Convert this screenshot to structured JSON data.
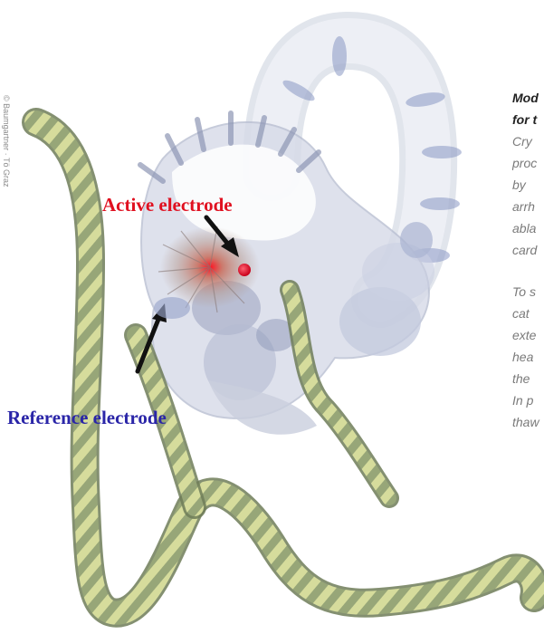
{
  "figure": {
    "credit": "© Baumgartner · Tö Graz",
    "labels": {
      "active_electrode": "Active electrode",
      "reference_electrode": "Reference electrode"
    }
  },
  "side_text": {
    "title_lines": [
      "Mod",
      "for t"
    ],
    "paragraph1_lines": [
      "Cry",
      "proc",
      "by",
      "arrh",
      "abla",
      "card"
    ],
    "paragraph2_lines": [
      "To s",
      "cat",
      "exte",
      "hea",
      "the",
      "In p",
      "thaw"
    ]
  },
  "colors": {
    "active_label": "#e01020",
    "reference_label": "#2a25a8",
    "side_text": "#7a7a7a",
    "title_text": "#222222",
    "vessel_fill": "#d8dca0",
    "vessel_stripe": "#8a9a70",
    "organ_fill": "#d8dae6"
  }
}
